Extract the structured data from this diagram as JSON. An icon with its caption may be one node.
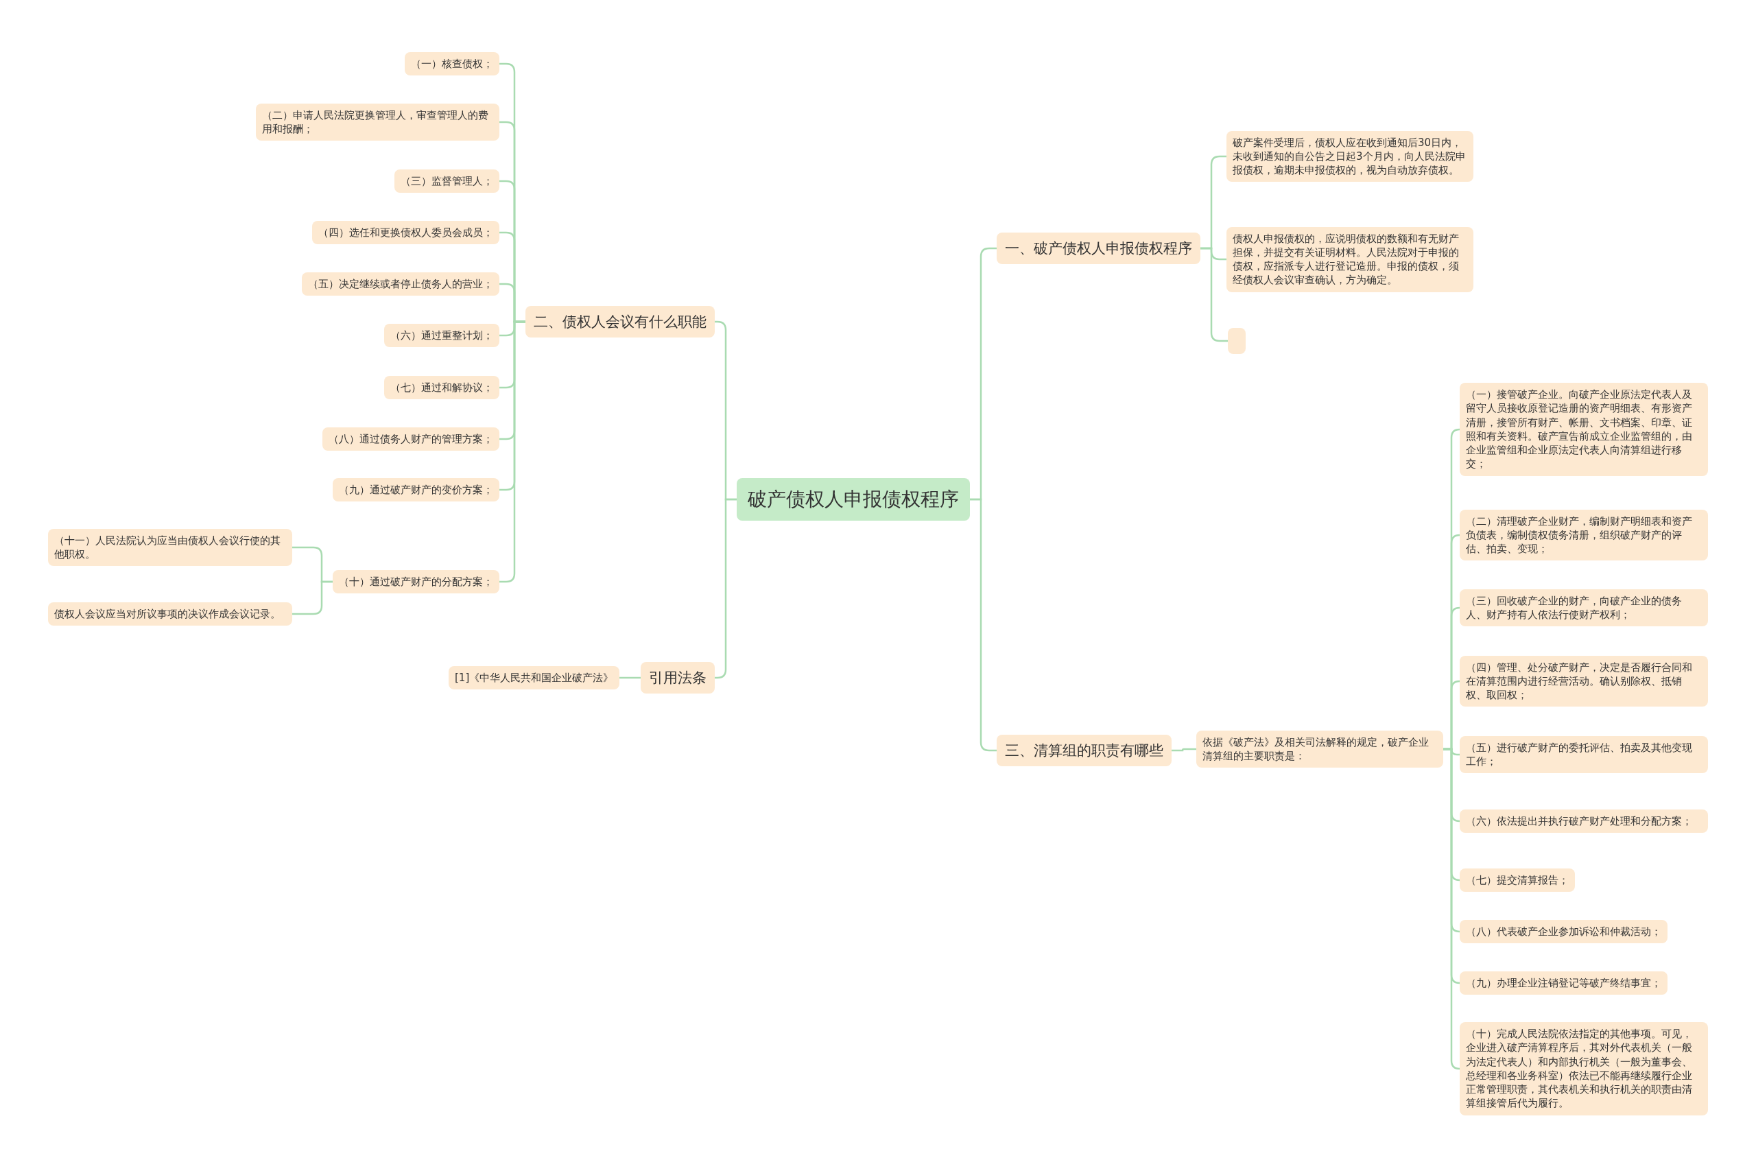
{
  "diagram": {
    "nodes": [
      {
        "text": [
          "破产债权人申报债权程序"
        ]
      },
      {
        "text": [
          "一、破产债权人申报债权程序"
        ]
      },
      {
        "text": [
          "破产案件受理后，债权人应在收到通知后30日内，未收到通知的自公告之日起3个月内，向人民法院申报债权，逾期未申报债权的，视为自动放弃债权。"
        ]
      },
      {
        "text": [
          "债权人申报债权的，应说明债权的数额和有无财产担保，并提交有关证明材料。人民法院对于申报的债权，应指派专人进行登记造册。申报的债权，须经债权人会议审查确认，方为确定。"
        ]
      },
      {
        "text": [],
        "shape": "box"
      },
      {
        "text": [
          "三、清算组的职责有哪些"
        ]
      },
      {
        "text": [
          "依据《破产法》及相关司法解释的规定，破产企业清算组的主要职责是："
        ]
      },
      {
        "text": [
          "（一）接管破产企业。向破产企业原法定代表人及留守人员接收原登记造册的资产明细表、有形资产清册，接管所有财产、帐册、文书档案、印章、证照和有关资料。破产宣告前成立企业监管组的，由企业监管组和企业原法定代表人向清算组进行移交；"
        ]
      },
      {
        "text": [
          "（二）清理破产企业财产，编制财产明细表和资产负债表，编制债权债务清册，组织破产财产的评估、拍卖、变现；"
        ]
      },
      {
        "text": [
          "（三）回收破产企业的财产，向破产企业的债务人、财产持有人依法行使财产权利；"
        ]
      },
      {
        "text": [
          "（四）管理、处分破产财产，决定是否履行合同和在清算范围内进行经营活动。确认别除权、抵销权、取回权；"
        ]
      },
      {
        "text": [
          "（五）进行破产财产的委托评估、拍卖及其他变现工作；"
        ]
      },
      {
        "text": [
          "（六）依法提出并执行破产财产处理和分配方案；"
        ]
      },
      {
        "text": [
          "（七）提交清算报告；"
        ]
      },
      {
        "text": [
          "（八）代表破产企业参加诉讼和仲裁活动；"
        ]
      },
      {
        "text": [
          "（九）办理企业注销登记等破产终结事宜；"
        ]
      },
      {
        "text": [
          "（十）完成人民法院依法指定的其他事项。可见，企业进入破产清算程序后，其对外代表机关（一般为法定代表人）和内部执行机关（一般为董事会、总经理和各业务科室）依法已不能再继续履行企业正常管理职责，其代表机关和执行机关的职责由清算组接管后代为履行。"
        ]
      },
      {
        "text": [
          "二、债权人会议有什么职能"
        ]
      },
      {
        "text": [
          "（一）核查债权；"
        ]
      },
      {
        "text": [
          "（二）申请人民法院更换管理人，审查管理人的费用和报酬；"
        ]
      },
      {
        "text": [
          "（三）监督管理人；"
        ]
      },
      {
        "text": [
          "（四）选任和更换债权人委员会成员；"
        ]
      },
      {
        "text": [
          "（五）决定继续或者停止债务人的营业；"
        ]
      },
      {
        "text": [
          "（六）通过重整计划；"
        ]
      },
      {
        "text": [
          "（七）通过和解协议；"
        ]
      },
      {
        "text": [
          "（八）通过债务人财产的管理方案；"
        ]
      },
      {
        "text": [
          "（九）通过破产财产的变价方案；"
        ]
      },
      {
        "text": [
          "（十）通过破产财产的分配方案；"
        ]
      },
      {
        "text": [
          "（十一）人民法院认为应当由债权人会议行使的其他职权。"
        ]
      },
      {
        "text": [
          "债权人会议应当对所议事项的决议作成会议记录。"
        ]
      },
      {
        "text": [
          "引用法条"
        ]
      },
      {
        "text": [
          "[1]《中华人民共和国企业破产法》"
        ]
      }
    ],
    "edges": [
      {
        "from": 0,
        "to": 1,
        "arrow": "none"
      },
      {
        "from": 1,
        "to": 2,
        "arrow": "none"
      },
      {
        "from": 1,
        "to": 3,
        "arrow": "none"
      },
      {
        "from": 1,
        "to": 4,
        "arrow": "none"
      },
      {
        "from": 0,
        "to": 5,
        "arrow": "none"
      },
      {
        "from": 5,
        "to": 6,
        "arrow": "none"
      },
      {
        "from": 6,
        "to": 7,
        "arrow": "none"
      },
      {
        "from": 6,
        "to": 8,
        "arrow": "none"
      },
      {
        "from": 6,
        "to": 9,
        "arrow": "none"
      },
      {
        "from": 6,
        "to": 10,
        "arrow": "none"
      },
      {
        "from": 6,
        "to": 11,
        "arrow": "none"
      },
      {
        "from": 6,
        "to": 12,
        "arrow": "none"
      },
      {
        "from": 6,
        "to": 13,
        "arrow": "none"
      },
      {
        "from": 6,
        "to": 14,
        "arrow": "none"
      },
      {
        "from": 6,
        "to": 15,
        "arrow": "none"
      },
      {
        "from": 6,
        "to": 16,
        "arrow": "none"
      },
      {
        "from": 0,
        "to": 17,
        "arrow": "none"
      },
      {
        "from": 17,
        "to": 18,
        "arrow": "none"
      },
      {
        "from": 17,
        "to": 19,
        "arrow": "none"
      },
      {
        "from": 17,
        "to": 20,
        "arrow": "none"
      },
      {
        "from": 17,
        "to": 21,
        "arrow": "none"
      },
      {
        "from": 17,
        "to": 22,
        "arrow": "none"
      },
      {
        "from": 17,
        "to": 23,
        "arrow": "none"
      },
      {
        "from": 17,
        "to": 24,
        "arrow": "none"
      },
      {
        "from": 17,
        "to": 25,
        "arrow": "none"
      },
      {
        "from": 17,
        "to": 26,
        "arrow": "none"
      },
      {
        "from": 17,
        "to": 27,
        "arrow": "none"
      },
      {
        "from": 27,
        "to": 28,
        "arrow": "none"
      },
      {
        "from": 27,
        "to": 29,
        "arrow": "none"
      },
      {
        "from": 0,
        "to": 30,
        "arrow": "none"
      },
      {
        "from": 30,
        "to": 31,
        "arrow": "none"
      }
    ]
  }
}
